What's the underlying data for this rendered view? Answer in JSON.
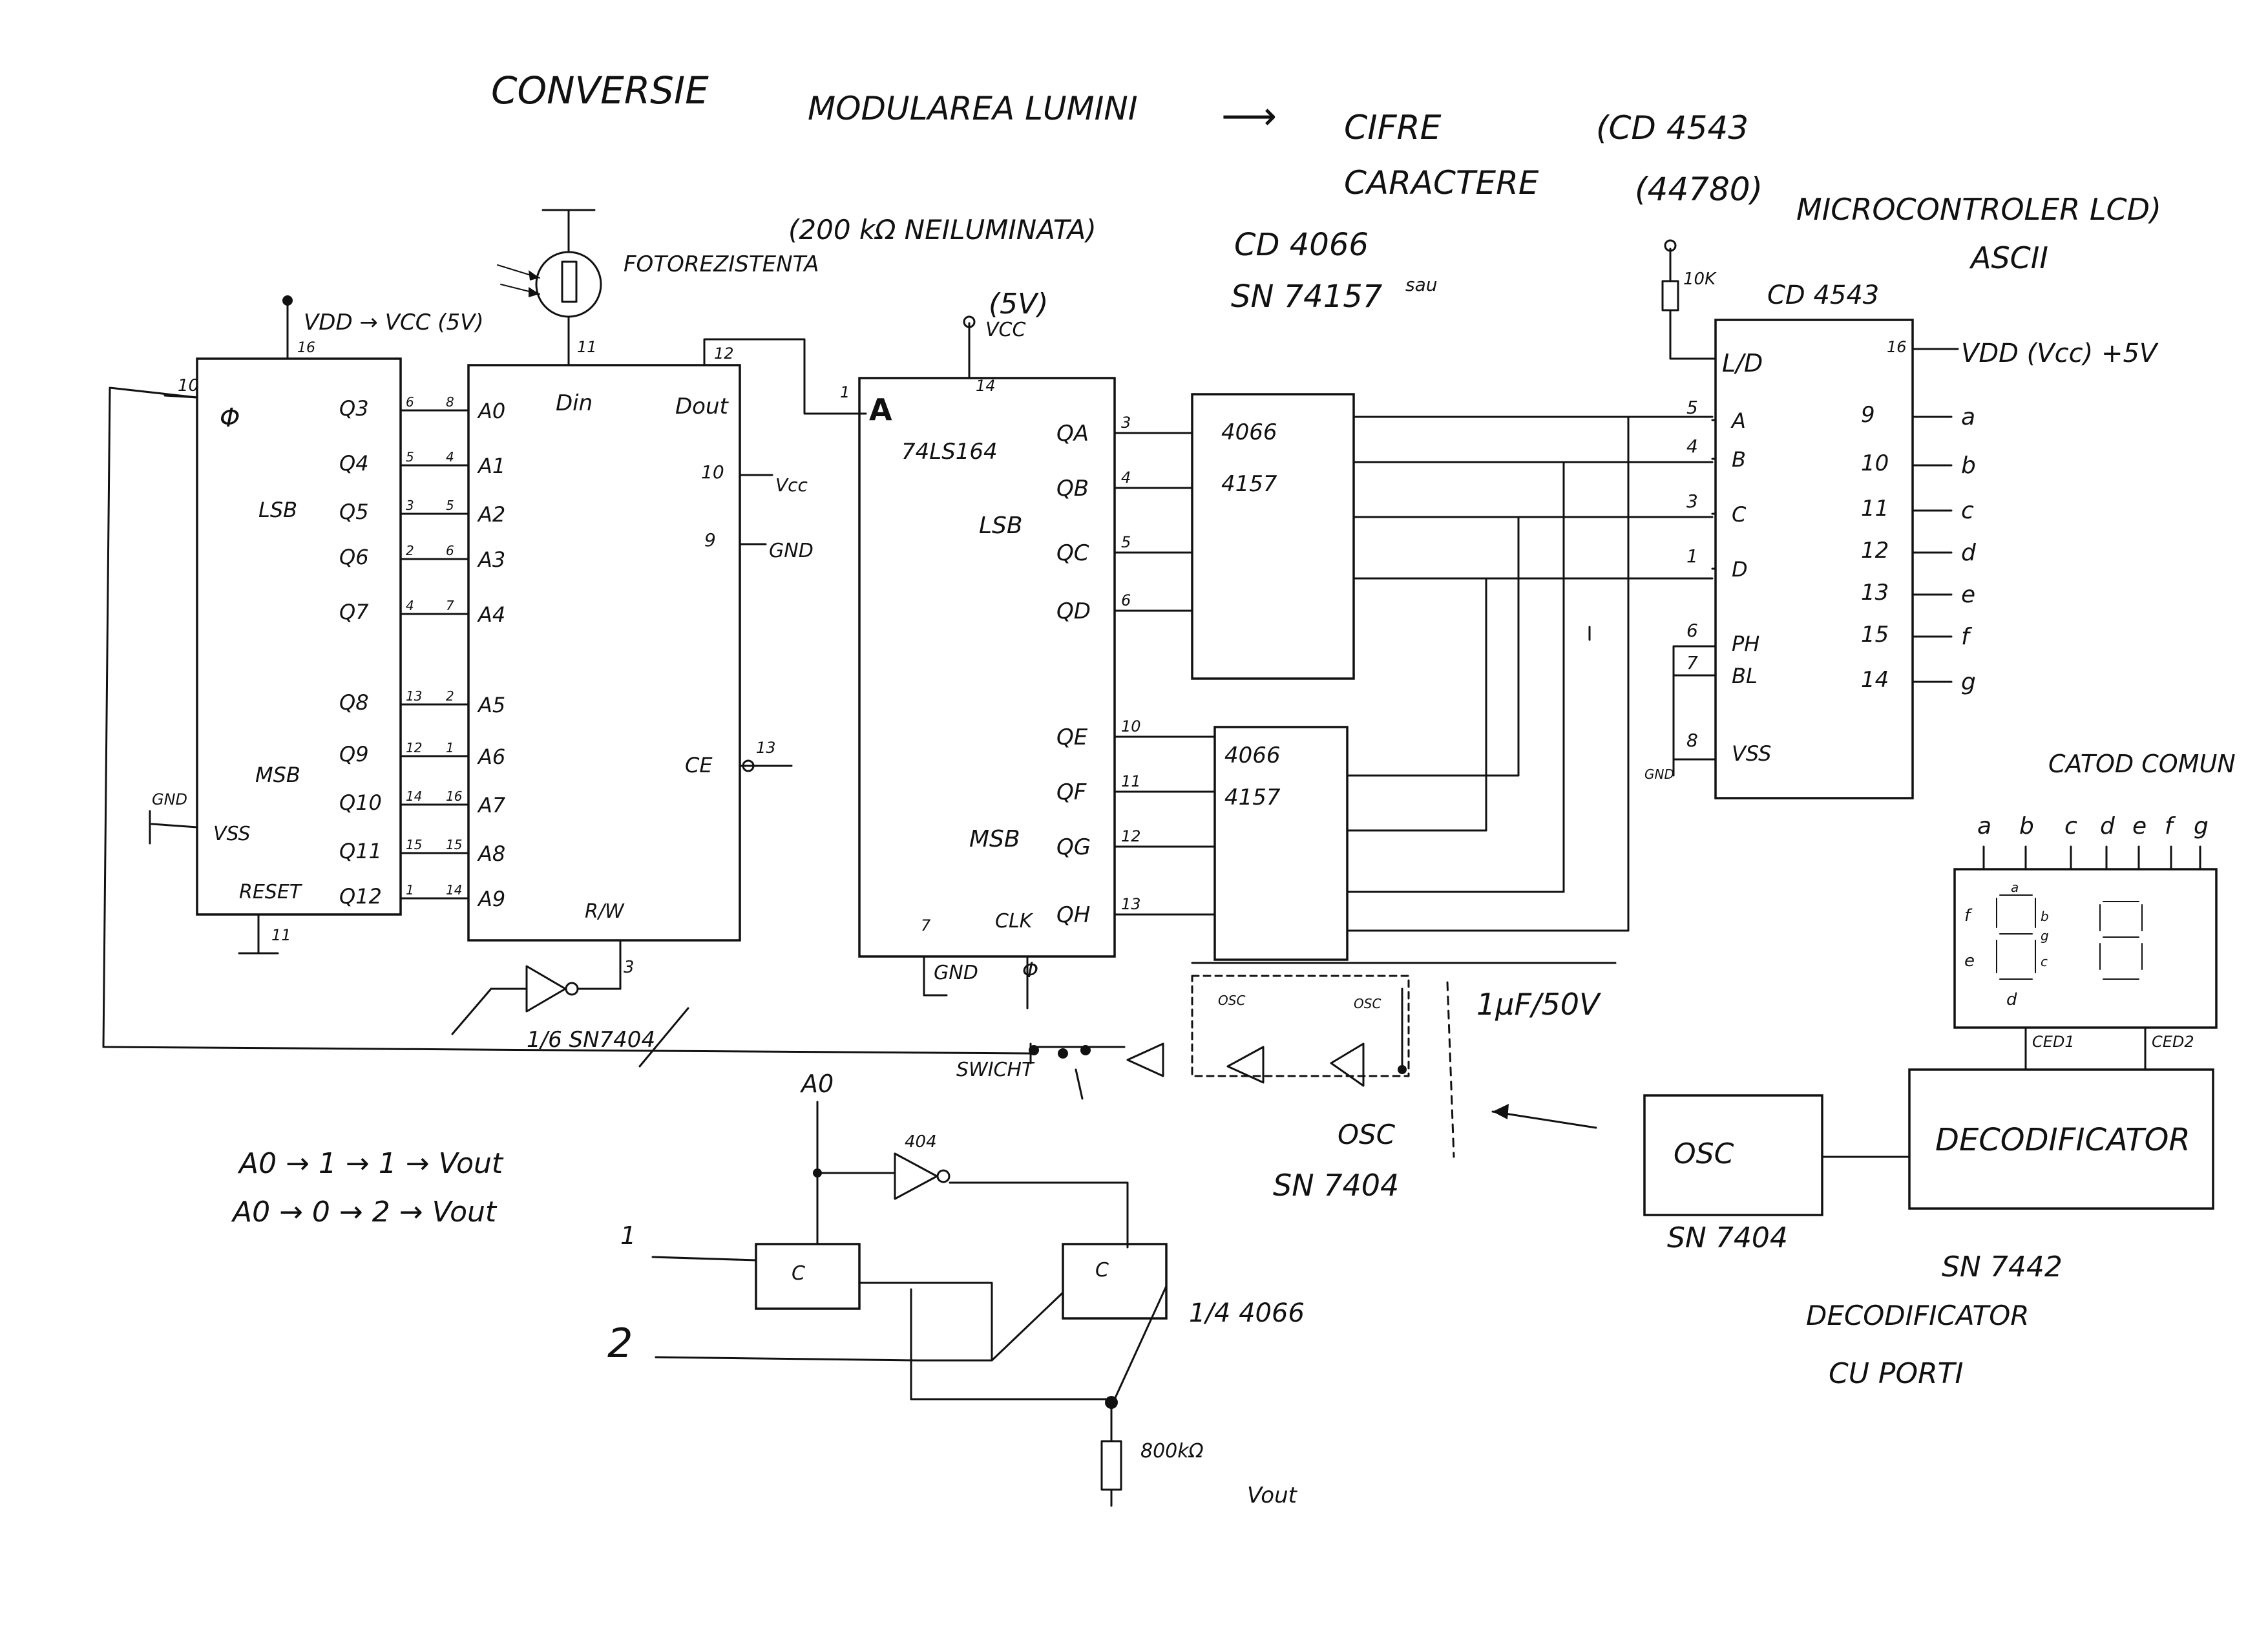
{
  "title": {
    "line1_a": "CONVERSIE",
    "line1_b": "MODULAREA LUMINI",
    "line1_arrow": "⟶",
    "line1_c": "CIFRE",
    "line1_d": "(CD 4543",
    "line2_a": "CARACTERE",
    "line2_b": "(44780)",
    "line2_c": "MICROCONTROLER LCD)",
    "line2_d": "ASCII"
  },
  "photoresistor": {
    "label": "FOTOREZISTENTA",
    "note": "(200 kΩ NEILUMINATA)",
    "pin": "11"
  },
  "counter_chip": {
    "supply": "VDD → VCC (5V)",
    "supply_pin": "16",
    "clock_pin": "10",
    "clock_label": "Φ",
    "lsb": "LSB",
    "msb": "MSB",
    "gnd": "GND",
    "vss": "VSS",
    "reset": "RESET",
    "reset_pin": "11",
    "outputs": [
      {
        "q": "Q3",
        "p1": "6",
        "p2": "8",
        "a": "A0"
      },
      {
        "q": "Q4",
        "p1": "5",
        "p2": "4",
        "a": "A1"
      },
      {
        "q": "Q5",
        "p1": "3",
        "p2": "5",
        "a": "A2"
      },
      {
        "q": "Q6",
        "p1": "2",
        "p2": "6",
        "a": "A3"
      },
      {
        "q": "Q7",
        "p1": "4",
        "p2": "7",
        "a": "A4"
      },
      {
        "q": "Q8",
        "p1": "13",
        "p2": "2",
        "a": "A5"
      },
      {
        "q": "Q9",
        "p1": "12",
        "p2": "1",
        "a": "A6"
      },
      {
        "q": "Q10",
        "p1": "14",
        "p2": "16",
        "a": "A7"
      },
      {
        "q": "Q11",
        "p1": "15",
        "p2": "15",
        "a": "A8"
      },
      {
        "q": "Q12",
        "p1": "1",
        "p2": "14",
        "a": "A9"
      }
    ]
  },
  "ram_chip": {
    "din": "Din",
    "dout": "Dout",
    "dout_pin": "12",
    "vcc_pin": "10",
    "vcc": "Vcc",
    "gnd_pin": "9",
    "gnd": "GND",
    "ce": "CE",
    "ce_pin": "13",
    "rw": "R/W",
    "rw_pin": "3",
    "inverter": "1/6 SN7404"
  },
  "shift_register": {
    "name": "74LS164",
    "supply": "(5V)",
    "vcc": "VCC",
    "vcc_pin": "14",
    "input_pin": "1",
    "input": "A",
    "lsb": "LSB",
    "msb": "MSB",
    "clk": "CLK",
    "gnd_pin": "7",
    "gnd": "GND",
    "clk_label": "Φ",
    "outputs": [
      {
        "q": "QA",
        "pin": "3"
      },
      {
        "q": "QB",
        "pin": "4"
      },
      {
        "q": "QC",
        "pin": "5"
      },
      {
        "q": "QD",
        "pin": "6"
      },
      {
        "q": "QE",
        "pin": "10"
      },
      {
        "q": "QF",
        "pin": "11"
      },
      {
        "q": "QG",
        "pin": "12"
      },
      {
        "q": "QH",
        "pin": "13"
      }
    ]
  },
  "mux": {
    "heading_a": "CD 4066",
    "heading_b": "SN 74157",
    "heading_or": "sau",
    "top_a": "4066",
    "top_b": "4157",
    "bot_a": "4066",
    "bot_b": "4157"
  },
  "oscillator_block": {
    "switch": "SWICHT",
    "osc1": "OSC",
    "osc2": "OSC",
    "cap": "1μF/50V",
    "label": "OSC",
    "ic": "SN 7404"
  },
  "decoder_chip": {
    "name": "CD 4543",
    "pull": "10K",
    "ld": "L/D",
    "vdd_pin": "16",
    "vdd": "VDD (Vcc) +5V",
    "inputs": [
      {
        "pin": "5",
        "name": "A"
      },
      {
        "pin": "4",
        "name": "B"
      },
      {
        "pin": "3",
        "name": "C"
      },
      {
        "pin": "1",
        "name": "D"
      },
      {
        "pin": "6",
        "name": "PH"
      },
      {
        "pin": "7",
        "name": "BL"
      },
      {
        "pin": "8",
        "name": "VSS"
      }
    ],
    "gnd": "GND",
    "outputs": [
      {
        "pin": "9",
        "seg": "a"
      },
      {
        "pin": "10",
        "seg": "b"
      },
      {
        "pin": "11",
        "seg": "c"
      },
      {
        "pin": "12",
        "seg": "d"
      },
      {
        "pin": "13",
        "seg": "e"
      },
      {
        "pin": "15",
        "seg": "f"
      },
      {
        "pin": "14",
        "seg": "g"
      }
    ]
  },
  "display": {
    "title": "CATOD COMUN",
    "segments": [
      "a",
      "b",
      "c",
      "d",
      "e",
      "f",
      "g"
    ],
    "inner_a": "a",
    "inner_b": "b",
    "inner_c": "c",
    "inner_d": "d",
    "inner_e": "e",
    "inner_f": "f",
    "inner_g": "g",
    "ced1": "CED1",
    "ced2": "CED2"
  },
  "bottom_blocks": {
    "osc": "OSC",
    "osc_ic": "SN 7404",
    "decoder": "DECODIFICATOR",
    "decoder_ic": "SN 7442",
    "caption1": "DECODIFICATOR",
    "caption2": "CU PORTI"
  },
  "switch_circuit": {
    "a0": "A0",
    "not_label": "404",
    "in1": "1",
    "in2": "2",
    "gate": "C",
    "quad": "1/4 4066",
    "resistor": "800kΩ",
    "vout": "Vout"
  },
  "truth": {
    "row1": "A0 → 1 → 1 → Vout",
    "row2": "A0 → 0 → 2 → Vout"
  }
}
